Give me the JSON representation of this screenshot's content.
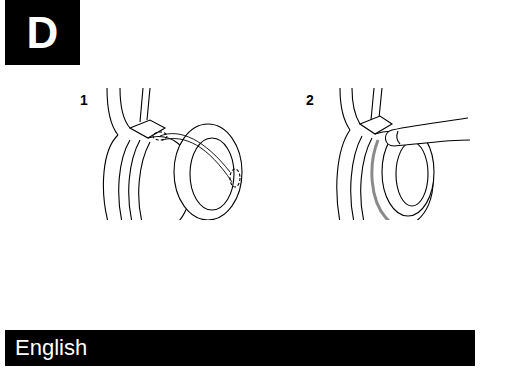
{
  "diagram": {
    "nodes": [
      {
        "text": [
          "D"
        ]
      },
      {
        "text": [
          "English"
        ]
      }
    ],
    "labels": [
      "1",
      "2"
    ]
  }
}
